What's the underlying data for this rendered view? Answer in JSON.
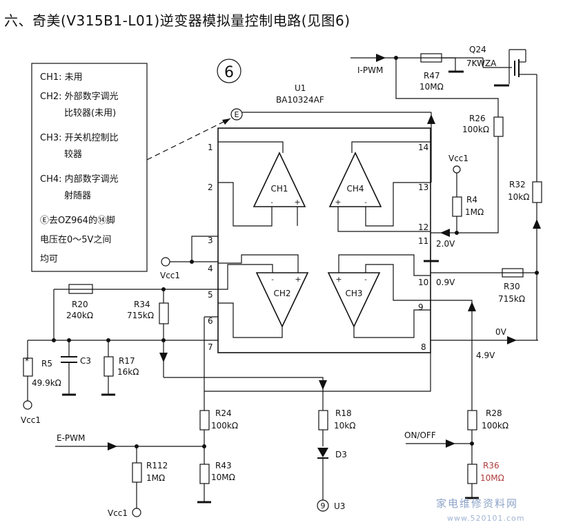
{
  "title": "六、奇美(V315B1-L01)逆变器模拟量控制电路(见图6)",
  "figure_number": "6",
  "notes": [
    "CH1: 未用",
    "CH2: 外部数字调光",
    "比较器(未用)",
    "CH3: 开关机控制比",
    "较器",
    "CH4: 内部数字调光",
    "射随器",
    "Ⓔ去OZ964的⑭脚",
    "电压在0～5V之间",
    "均可"
  ],
  "ic": {
    "name": "U1",
    "part": "BA10324AF",
    "e_marker": "E",
    "channels": [
      "CH1",
      "CH2",
      "CH3",
      "CH4"
    ],
    "pins_left": [
      "1",
      "2",
      "3",
      "4",
      "5",
      "6",
      "7"
    ],
    "pins_right": [
      "14",
      "13",
      "12",
      "11",
      "10",
      "9",
      "8"
    ]
  },
  "components": [
    {
      "ref": "R47",
      "value": "10MΩ"
    },
    {
      "ref": "Q24",
      "value": "7KWZA"
    },
    {
      "ref": "R26",
      "value": "100kΩ"
    },
    {
      "ref": "R4",
      "value": "1MΩ"
    },
    {
      "ref": "R32",
      "value": "10kΩ"
    },
    {
      "ref": "R30",
      "value": "715kΩ"
    },
    {
      "ref": "R20",
      "value": "240kΩ"
    },
    {
      "ref": "R34",
      "value": "715kΩ"
    },
    {
      "ref": "R5",
      "value": "49.9kΩ"
    },
    {
      "ref": "C3",
      "value": ""
    },
    {
      "ref": "R17",
      "value": "16kΩ"
    },
    {
      "ref": "R24",
      "value": "100kΩ"
    },
    {
      "ref": "R43",
      "value": "10MΩ"
    },
    {
      "ref": "R112",
      "value": "1MΩ"
    },
    {
      "ref": "R18",
      "value": "10kΩ"
    },
    {
      "ref": "D3",
      "value": ""
    },
    {
      "ref": "R28",
      "value": "100kΩ"
    },
    {
      "ref": "R36",
      "value": "10MΩ"
    }
  ],
  "signals": {
    "i_pwm": "I-PWM",
    "e_pwm": "E-PWM",
    "on_off": "ON/OFF",
    "vcc1": "Vcc1",
    "u3": "U3",
    "u3_pin": "9"
  },
  "voltages": {
    "v_2_0": "2.0V",
    "v_0_9": "0.9V",
    "v_0": "0V",
    "v_4_9": "4.9V"
  },
  "r5_mark": "*",
  "watermark": {
    "text": "家电维修资料网",
    "url": "www.520101.com"
  },
  "colors": {
    "ink": "#111111",
    "watermark": "#8ea4c8",
    "r36_label": "#b03a3a"
  }
}
